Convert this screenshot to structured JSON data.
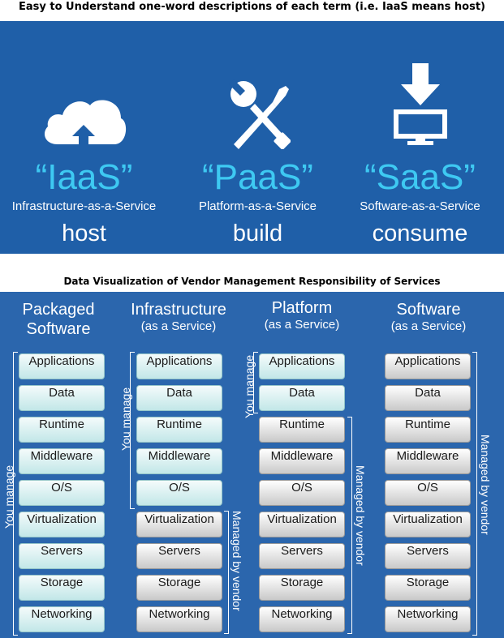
{
  "top_caption": "Easy to Understand one-word descriptions of each term (i.e. IaaS means host)",
  "services": [
    {
      "acronym": "“IaaS”",
      "full": "Infrastructure-as-a-Service",
      "word": "host",
      "icon": "cloud-upload-icon"
    },
    {
      "acronym": "“PaaS”",
      "full": "Platform-as-a-Service",
      "word": "build",
      "icon": "wrench-screwdriver-icon"
    },
    {
      "acronym": "“SaaS”",
      "full": "Software-as-a-Service",
      "word": "consume",
      "icon": "download-monitor-icon"
    }
  ],
  "mid_caption": "Data Visualization of Vendor Management Responsibility of Services",
  "columns": [
    {
      "title1": "Packaged",
      "title2": "Software",
      "sub": ""
    },
    {
      "title1": "Infrastructure",
      "title2": "",
      "sub": "(as a Service)"
    },
    {
      "title1": "Platform",
      "title2": "",
      "sub": "(as a Service)"
    },
    {
      "title1": "Software",
      "title2": "",
      "sub": "(as a Service)"
    }
  ],
  "layers": [
    "Applications",
    "Data",
    "Runtime",
    "Middleware",
    "O/S",
    "Virtualization",
    "Servers",
    "Storage",
    "Networking"
  ],
  "labels": {
    "you_manage": "You manage",
    "managed_by_vendor": "Managed by vendor"
  },
  "colors": {
    "panel_blue": "#1f5fa8",
    "acronym_cyan": "#3ec9f2",
    "you_box": "#c2e7e8",
    "vendor_box": "#c9c9c9"
  }
}
